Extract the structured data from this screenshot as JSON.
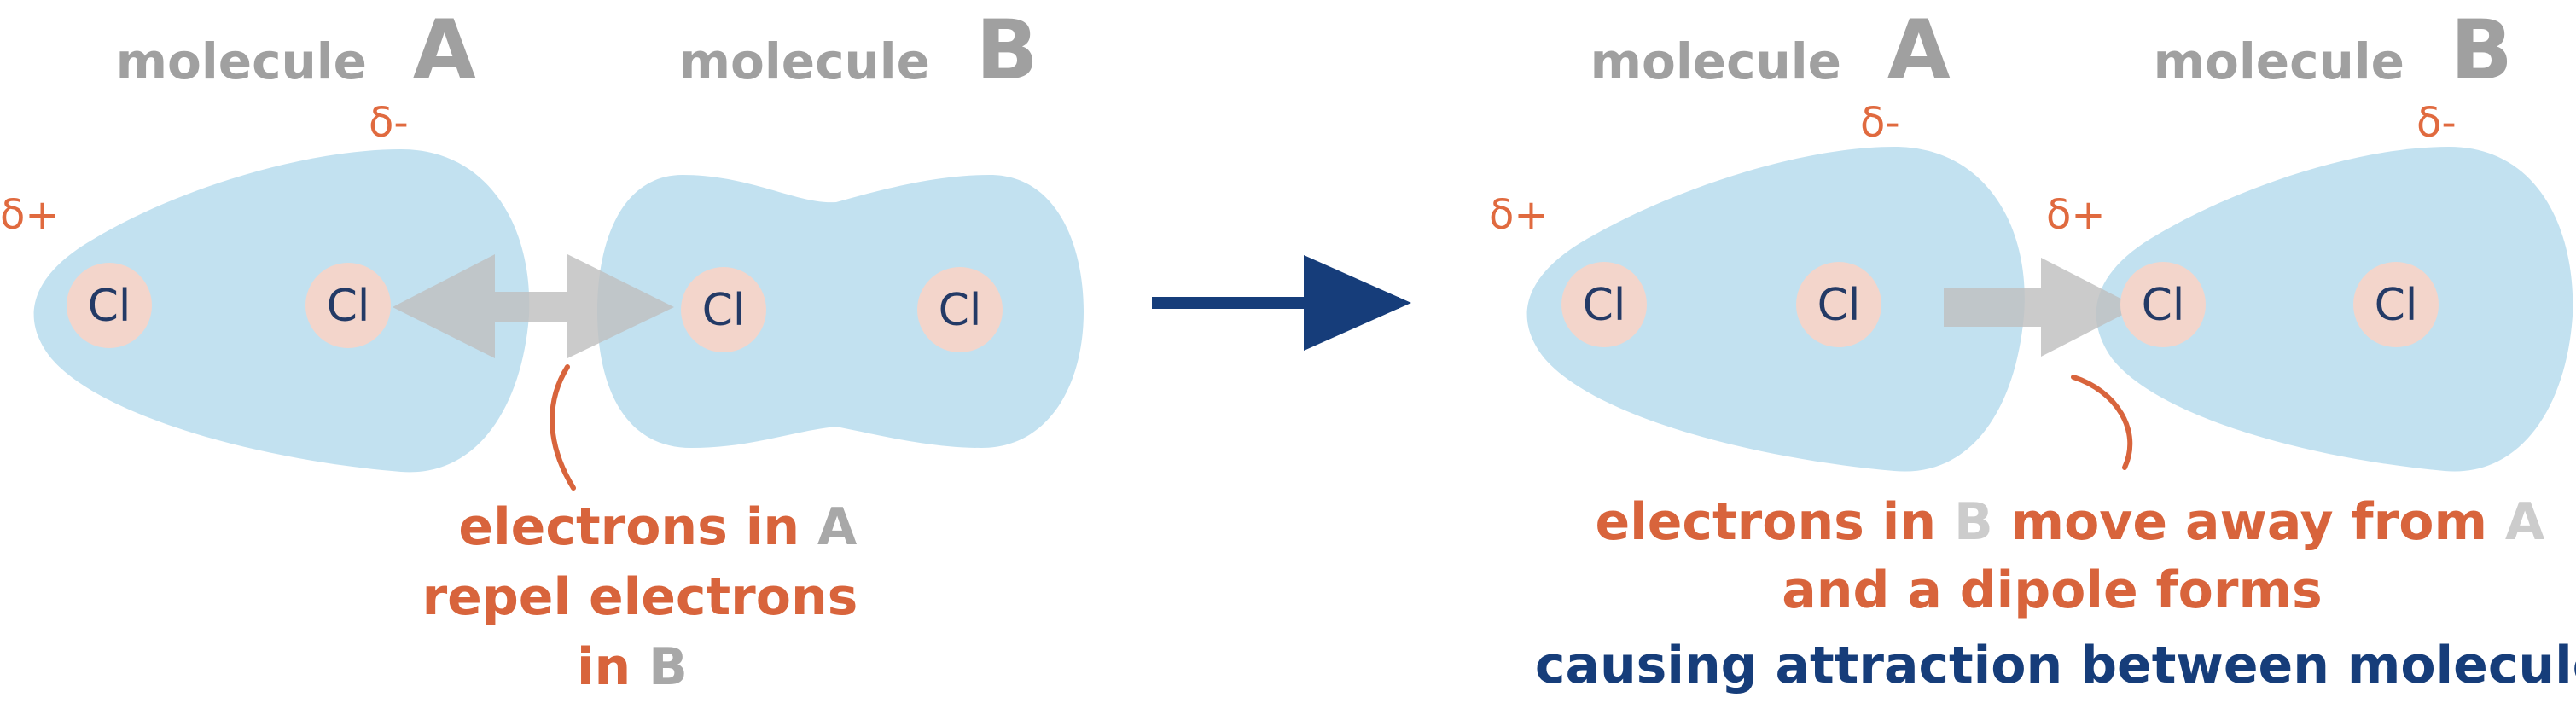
{
  "left_panel": {
    "molecule_a": {
      "word": "molecule",
      "letter": "A"
    },
    "molecule_b": {
      "word": "molecule",
      "letter": "B"
    },
    "delta_plus": "δ+",
    "delta_minus": "δ-",
    "atoms": [
      "Cl",
      "Cl",
      "Cl",
      "Cl"
    ],
    "caption": {
      "line1_prefix": "electrons in ",
      "line1_highlight": "A",
      "line2": "repel electrons",
      "line3_prefix": "in ",
      "line3_highlight": "B"
    }
  },
  "right_panel": {
    "molecule_a": {
      "word": "molecule",
      "letter": "A"
    },
    "molecule_b": {
      "word": "molecule",
      "letter": "B"
    },
    "a_delta_plus": "δ+",
    "a_delta_minus": "δ-",
    "b_delta_plus": "δ+",
    "b_delta_minus": "δ-",
    "atoms": [
      "Cl",
      "Cl",
      "Cl",
      "Cl"
    ],
    "caption": {
      "line1_prefix": "electrons in ",
      "line1_highlight_1": "B",
      "line1_middle": " move away from ",
      "line1_highlight_2": "A",
      "line2": "and a dipole forms",
      "line3": "causing attraction between molecules"
    }
  },
  "colors": {
    "cloud": "#c2e1f0",
    "atom": "#f3d5cb",
    "arrow_grey": "#bfbfbf",
    "orange": "#d8643c",
    "navy": "#163d7a",
    "grey_text": "#a0a0a0"
  }
}
